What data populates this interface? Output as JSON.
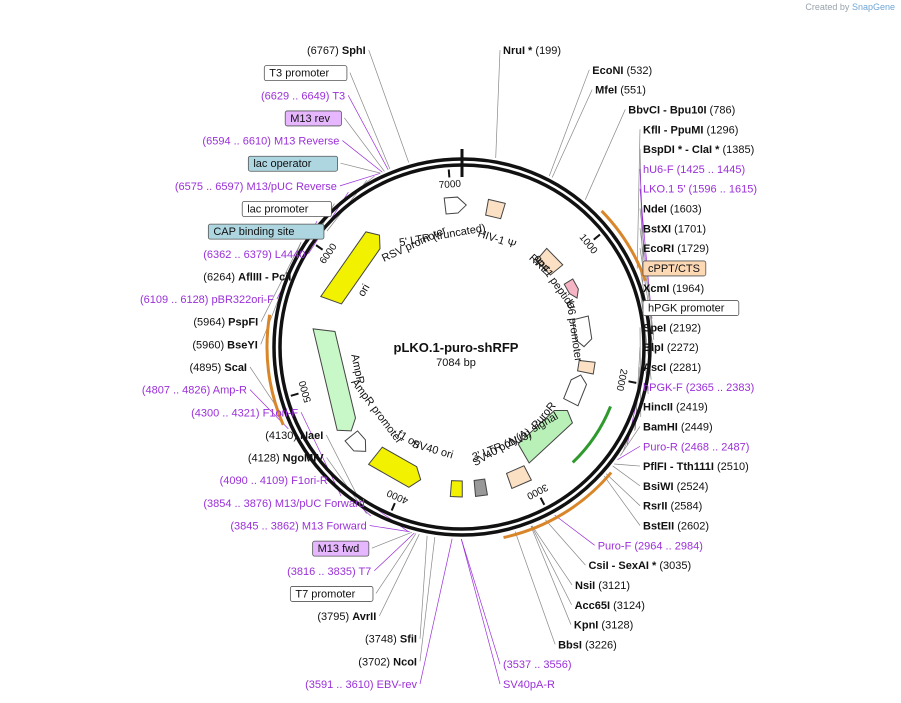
{
  "credit": {
    "prefix": "Created by",
    "brand": "SnapGene"
  },
  "plasmid": {
    "name": "pLKO.1-puro-shRFP",
    "size": "7084 bp",
    "length": 7084
  },
  "colors": {
    "backbone": "#111111",
    "site": "#333333",
    "primer": "#9b30d9",
    "feature_orange": "#d9862a",
    "feature_green": "#2e9a2e",
    "promoter_fill": "#ffffff",
    "ltr_fill": "#fbe0c4",
    "ori_fill": "#f2f200",
    "ampr_fill": "#c8f7c8",
    "puro_fill": "#b8f0b8",
    "pink_fill": "#f4b4c4",
    "lac_fill": "#aed6e0",
    "m13_fill": "#e6b7ff",
    "cppt_fill": "#fdd8b5"
  },
  "ticks": [
    {
      "pos": 1000,
      "label": "1000"
    },
    {
      "pos": 2000,
      "label": "2000"
    },
    {
      "pos": 3000,
      "label": "3000"
    },
    {
      "pos": 4000,
      "label": "4000"
    },
    {
      "pos": 5000,
      "label": "5000"
    },
    {
      "pos": 6000,
      "label": "6000"
    },
    {
      "pos": 7000,
      "label": "7000"
    }
  ],
  "right_labels": [
    {
      "kind": "site",
      "text": "NruI *",
      "coord": "(199)",
      "pos": 199
    },
    {
      "kind": "site",
      "text": "EcoNI",
      "coord": "(532)",
      "pos": 532
    },
    {
      "kind": "site",
      "text": "MfeI",
      "coord": "(551)",
      "pos": 551
    },
    {
      "kind": "site",
      "text": "BbvCI  - Bpu10I",
      "coord": "(786)",
      "pos": 786
    },
    {
      "kind": "site",
      "text": "KflI  - PpuMI",
      "coord": "(1296)",
      "pos": 1296
    },
    {
      "kind": "site",
      "text": "BspDI * - ClaI *",
      "coord": "(1385)",
      "pos": 1385
    },
    {
      "kind": "primer",
      "text": "hU6-F  (1425 .. 1445)",
      "pos": 1435
    },
    {
      "kind": "primer",
      "text": "LKO.1 5'  (1596 .. 1615)",
      "pos": 1605
    },
    {
      "kind": "site",
      "text": "NdeI",
      "coord": "(1603)",
      "pos": 1603
    },
    {
      "kind": "site",
      "text": "BstXI",
      "coord": "(1701)",
      "pos": 1701
    },
    {
      "kind": "site",
      "text": "EcoRI",
      "coord": "(1729)",
      "pos": 1729
    },
    {
      "kind": "box",
      "text": "cPPT/CTS",
      "fill": "#fdd8b5",
      "pos": 1800
    },
    {
      "kind": "site",
      "text": "XcmI",
      "coord": "(1964)",
      "pos": 1964
    },
    {
      "kind": "box",
      "text": "hPGK promoter",
      "fill": "#ffffff",
      "pos": 2050
    },
    {
      "kind": "site",
      "text": "SpeI",
      "coord": "(2192)",
      "pos": 2192
    },
    {
      "kind": "site",
      "text": "BlpI",
      "coord": "(2272)",
      "pos": 2272
    },
    {
      "kind": "site",
      "text": "AscI",
      "coord": "(2281)",
      "pos": 2281
    },
    {
      "kind": "primer",
      "text": "hPGK-F  (2365 .. 2383)",
      "pos": 2374
    },
    {
      "kind": "site",
      "text": "HincII",
      "coord": "(2419)",
      "pos": 2419
    },
    {
      "kind": "site",
      "text": "BamHI",
      "coord": "(2449)",
      "pos": 2449
    },
    {
      "kind": "primer",
      "text": "Puro-R  (2468 .. 2487)",
      "pos": 2478
    },
    {
      "kind": "site",
      "text": "PflFI  - Tth111I",
      "coord": "(2510)",
      "pos": 2510
    },
    {
      "kind": "site",
      "text": "BsiWI",
      "coord": "(2524)",
      "pos": 2524
    },
    {
      "kind": "site",
      "text": "RsrII",
      "coord": "(2584)",
      "pos": 2584
    },
    {
      "kind": "site",
      "text": "BstEII",
      "coord": "(2602)",
      "pos": 2602
    },
    {
      "kind": "primer",
      "text": "Puro-F  (2964 .. 2984)",
      "pos": 2974
    },
    {
      "kind": "site",
      "text": "CsiI  - SexAI *",
      "coord": "(3035)",
      "pos": 3035
    },
    {
      "kind": "site",
      "text": "NsiI",
      "coord": "(3121)",
      "pos": 3121
    },
    {
      "kind": "site",
      "text": "Acc65I",
      "coord": "(3124)",
      "pos": 3124
    },
    {
      "kind": "site",
      "text": "KpnI",
      "coord": "(3128)",
      "pos": 3128
    },
    {
      "kind": "site",
      "text": "BbsI",
      "coord": "(3226)",
      "pos": 3226
    },
    {
      "kind": "primer",
      "text": "(3537 .. 3556)",
      "pos": 3546
    },
    {
      "kind": "primer",
      "text": "SV40pA-R",
      "pos": 3546
    }
  ],
  "left_labels": [
    {
      "kind": "site",
      "coord": "(6767)",
      "text": "SphI",
      "pos": 6767
    },
    {
      "kind": "box",
      "text": "T3 promoter",
      "fill": "#ffffff",
      "pos": 6650
    },
    {
      "kind": "primer",
      "text": "(6629 .. 6649)  T3",
      "pos": 6639
    },
    {
      "kind": "box",
      "text": "M13 rev",
      "fill": "#e6b7ff",
      "pos": 6615
    },
    {
      "kind": "primer",
      "text": "(6594 .. 6610)  M13 Reverse",
      "pos": 6602
    },
    {
      "kind": "box",
      "text": "lac operator",
      "fill": "#aed6e0",
      "pos": 6590
    },
    {
      "kind": "primer",
      "text": "(6575 .. 6597)  M13/pUC Reverse",
      "pos": 6586
    },
    {
      "kind": "box",
      "text": "lac promoter",
      "fill": "#ffffff",
      "pos": 6550
    },
    {
      "kind": "box",
      "text": "CAP binding site",
      "fill": "#aed6e0",
      "pos": 6500
    },
    {
      "kind": "primer",
      "text": "(6362 .. 6379)  L4440",
      "pos": 6370
    },
    {
      "kind": "site",
      "coord": "(6264)",
      "text": "AflIII  - PciI",
      "pos": 6264
    },
    {
      "kind": "primer",
      "text": "(6109 .. 6128)  pBR322ori-F",
      "pos": 6118
    },
    {
      "kind": "site",
      "coord": "(5964)",
      "text": "PspFI",
      "pos": 5964
    },
    {
      "kind": "site",
      "coord": "(5960)",
      "text": "BseYI",
      "pos": 5960
    },
    {
      "kind": "site",
      "coord": "(4895)",
      "text": "ScaI",
      "pos": 4895
    },
    {
      "kind": "primer",
      "text": "(4807 .. 4826)  Amp-R",
      "pos": 4816
    },
    {
      "kind": "primer",
      "text": "(4300 .. 4321)  F1ori-F",
      "pos": 4310
    },
    {
      "kind": "site",
      "coord": "(4130)",
      "text": "NaeI",
      "pos": 4130
    },
    {
      "kind": "site",
      "coord": "(4128)",
      "text": "NgoMIV",
      "pos": 4128
    },
    {
      "kind": "primer",
      "text": "(4090 .. 4109)  F1ori-R",
      "pos": 4100
    },
    {
      "kind": "primer",
      "text": "(3854 .. 3876)  M13/pUC Forward",
      "pos": 3865
    },
    {
      "kind": "primer",
      "text": "(3845 .. 3862)  M13 Forward",
      "pos": 3853
    },
    {
      "kind": "box",
      "text": "M13 fwd",
      "fill": "#e6b7ff",
      "pos": 3840
    },
    {
      "kind": "primer",
      "text": "(3816 .. 3835)  T7",
      "pos": 3825
    },
    {
      "kind": "box",
      "text": "T7 promoter",
      "fill": "#ffffff",
      "pos": 3815
    },
    {
      "kind": "site",
      "coord": "(3795)",
      "text": "AvrII",
      "pos": 3795
    },
    {
      "kind": "site",
      "coord": "(3748)",
      "text": "SfiI",
      "pos": 3748
    },
    {
      "kind": "site",
      "coord": "(3702)",
      "text": "NcoI",
      "pos": 3702
    },
    {
      "kind": "primer",
      "text": "(3591 .. 3610)  EBV-rev",
      "pos": 3600
    }
  ],
  "inner_labels": [
    {
      "text": "HIV-1 Ψ",
      "angle": 18
    },
    {
      "text": "RRE",
      "angle": 43
    },
    {
      "text": "gp41 peptide",
      "angle": 55
    },
    {
      "text": "U6 promoter",
      "angle": 82
    },
    {
      "text": "SV40 poly(A) signal",
      "angle": 150
    },
    {
      "text": "3' LTR (ΔU3)",
      "angle": 158
    },
    {
      "text": "PuroR",
      "angle": 130
    },
    {
      "text": "SV40 ori",
      "angle": 196
    },
    {
      "text": "f1 ori",
      "angle": 210
    },
    {
      "text": "AmpR promoter",
      "angle": 233
    },
    {
      "text": "AmpR",
      "angle": 258
    },
    {
      "text": "ori",
      "angle": 300
    },
    {
      "text": "RSV promoter",
      "angle": 335
    },
    {
      "text": "5' LTR (truncated)",
      "angle": 350
    }
  ]
}
